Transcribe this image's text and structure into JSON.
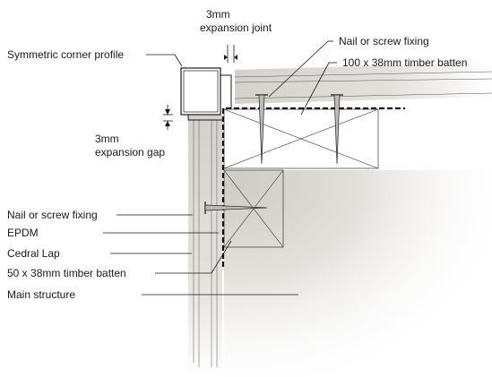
{
  "labels": {
    "expansion_joint_size": "3mm",
    "expansion_joint": "expansion joint",
    "nail_fixing_top": "Nail or screw fixing",
    "timber_batten_100": "100 x 38mm timber batten",
    "corner_profile": "Symmetric corner profile",
    "expansion_gap_size": "3mm",
    "expansion_gap": "expansion gap",
    "nail_fixing_left": "Nail or screw fixing",
    "epdm": "EPDM",
    "cedral_lap": "Cedral Lap",
    "timber_batten_50": "50 x 38mm timber batten",
    "main_structure": "Main structure"
  },
  "colors": {
    "structure": "#dcd8d3",
    "batten": "#e8e1dc",
    "line": "#1a1a1a"
  }
}
